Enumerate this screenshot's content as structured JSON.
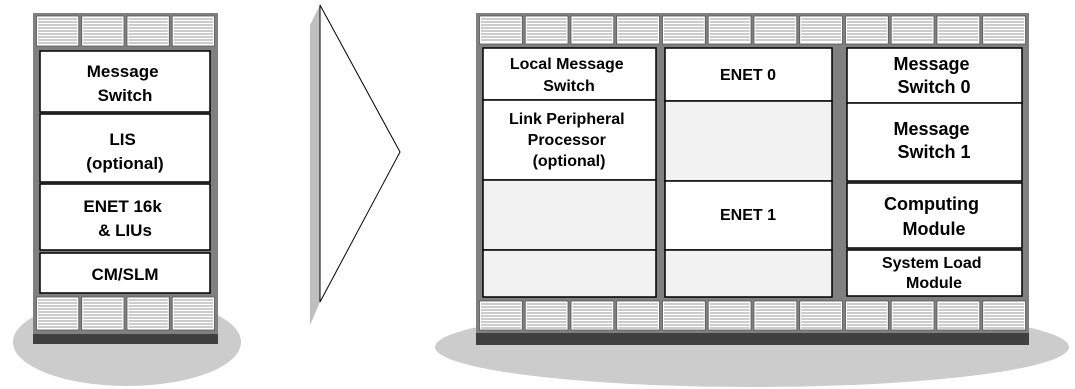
{
  "colors": {
    "shadow": "#cccccc",
    "frame": "#808080",
    "grille": "#bfbfbf",
    "slot_fill": "#f2f2f2",
    "module_fill": "#ffffff",
    "base": "#404040",
    "arrow_shadow": "#bfbfbf"
  },
  "left_cabinet": {
    "modules": [
      {
        "lines": [
          "Message",
          "Switch"
        ]
      },
      {
        "lines": [
          "LIS",
          "(optional)"
        ]
      },
      {
        "lines": [
          "ENET 16k",
          "& LIUs"
        ]
      },
      {
        "lines": [
          "CM/SLM"
        ]
      }
    ]
  },
  "right_cabinet": {
    "column_1": [
      {
        "lines": [
          "Local Message",
          "Switch"
        ]
      },
      {
        "lines": [
          "Link Peripheral",
          "Processor",
          "(optional)"
        ]
      },
      {
        "lines": []
      },
      {
        "lines": []
      }
    ],
    "column_2": [
      {
        "lines": [
          "ENET 0"
        ]
      },
      {
        "lines": []
      },
      {
        "lines": [
          "ENET 1"
        ]
      },
      {
        "lines": []
      }
    ],
    "column_3": [
      {
        "lines": [
          "Message",
          "Switch 0"
        ]
      },
      {
        "lines": [
          "Message",
          "Switch 1"
        ]
      },
      {
        "lines": [
          "Computing",
          "Module"
        ]
      },
      {
        "lines": [
          "System Load",
          "Module"
        ]
      }
    ]
  }
}
